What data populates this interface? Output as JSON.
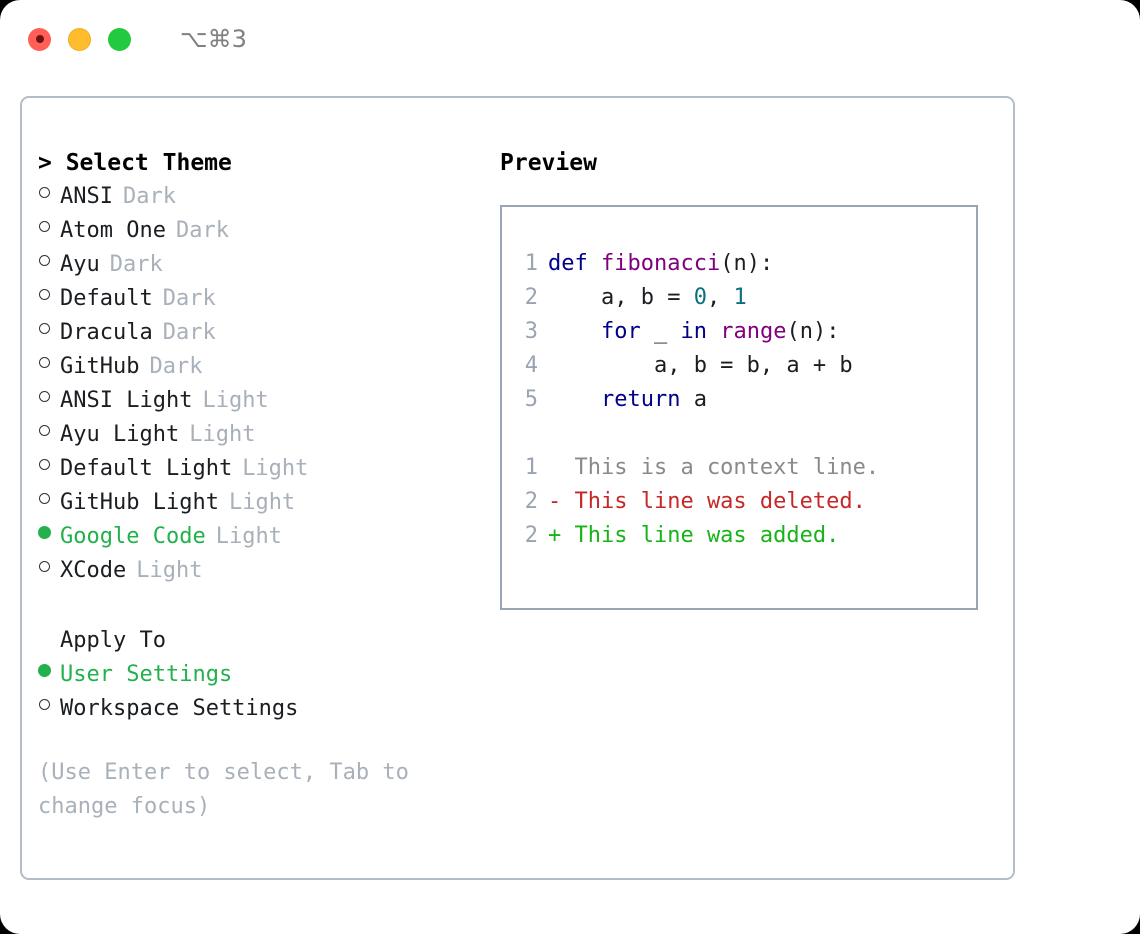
{
  "titlebar": {
    "shortcut": "⌥⌘3",
    "lights": [
      {
        "name": "close",
        "color": "#ff5f57"
      },
      {
        "name": "minimize",
        "color": "#ffbd2e"
      },
      {
        "name": "zoom",
        "color": "#23c93e"
      }
    ]
  },
  "theme_picker": {
    "header": "> Select Theme",
    "options": [
      {
        "label": "ANSI",
        "badge": "Dark",
        "selected": false
      },
      {
        "label": "Atom One",
        "badge": "Dark",
        "selected": false
      },
      {
        "label": "Ayu",
        "badge": "Dark",
        "selected": false
      },
      {
        "label": "Default",
        "badge": "Dark",
        "selected": false
      },
      {
        "label": "Dracula",
        "badge": "Dark",
        "selected": false
      },
      {
        "label": "GitHub",
        "badge": "Dark",
        "selected": false
      },
      {
        "label": "ANSI Light",
        "badge": "Light",
        "selected": false
      },
      {
        "label": "Ayu Light",
        "badge": "Light",
        "selected": false
      },
      {
        "label": "Default Light",
        "badge": "Light",
        "selected": false
      },
      {
        "label": "GitHub Light",
        "badge": "Light",
        "selected": false
      },
      {
        "label": "Google Code",
        "badge": "Light",
        "selected": true
      },
      {
        "label": "XCode",
        "badge": "Light",
        "selected": false
      }
    ]
  },
  "apply_to": {
    "title": "Apply To",
    "options": [
      {
        "label": "User Settings",
        "selected": true
      },
      {
        "label": "Workspace Settings",
        "selected": false
      }
    ]
  },
  "hint": "(Use Enter to select, Tab to change focus)",
  "preview": {
    "header": "Preview",
    "code_lines": [
      {
        "number": "1",
        "tokens": [
          {
            "text": "def ",
            "kind": "kw"
          },
          {
            "text": "fibonacci",
            "kind": "fn"
          },
          {
            "text": "(n):",
            "kind": "plain"
          }
        ]
      },
      {
        "number": "2",
        "tokens": [
          {
            "text": "    a, b = ",
            "kind": "plain"
          },
          {
            "text": "0",
            "kind": "num"
          },
          {
            "text": ", ",
            "kind": "plain"
          },
          {
            "text": "1",
            "kind": "num"
          }
        ]
      },
      {
        "number": "3",
        "tokens": [
          {
            "text": "    ",
            "kind": "plain"
          },
          {
            "text": "for",
            "kind": "kw"
          },
          {
            "text": " _ ",
            "kind": "plain"
          },
          {
            "text": "in",
            "kind": "kw"
          },
          {
            "text": " ",
            "kind": "plain"
          },
          {
            "text": "range",
            "kind": "fn"
          },
          {
            "text": "(n):",
            "kind": "plain"
          }
        ]
      },
      {
        "number": "4",
        "tokens": [
          {
            "text": "        a, b = b, a + b",
            "kind": "plain"
          }
        ]
      },
      {
        "number": "5",
        "tokens": [
          {
            "text": "    ",
            "kind": "plain"
          },
          {
            "text": "return",
            "kind": "kw"
          },
          {
            "text": " a",
            "kind": "plain"
          }
        ]
      }
    ],
    "diff_lines": [
      {
        "number": "1",
        "text": "  This is a context line.",
        "kind": "ctx"
      },
      {
        "number": "2",
        "text": "- This line was deleted.",
        "kind": "del"
      },
      {
        "number": "2",
        "text": "+ This line was added.",
        "kind": "add"
      }
    ]
  },
  "colors": {
    "accent_green": "#22b14c",
    "badge_gray": "#a8b0ba",
    "panel_border": "#b5bdc8",
    "codebox_border": "#9aa5b4",
    "keyword": "#00008b",
    "function": "#800080",
    "number": "#0b7080",
    "line_number": "#9aa3b2",
    "diff_context": "#8a8a8a",
    "diff_deleted": "#c62828",
    "diff_added": "#18b318"
  }
}
